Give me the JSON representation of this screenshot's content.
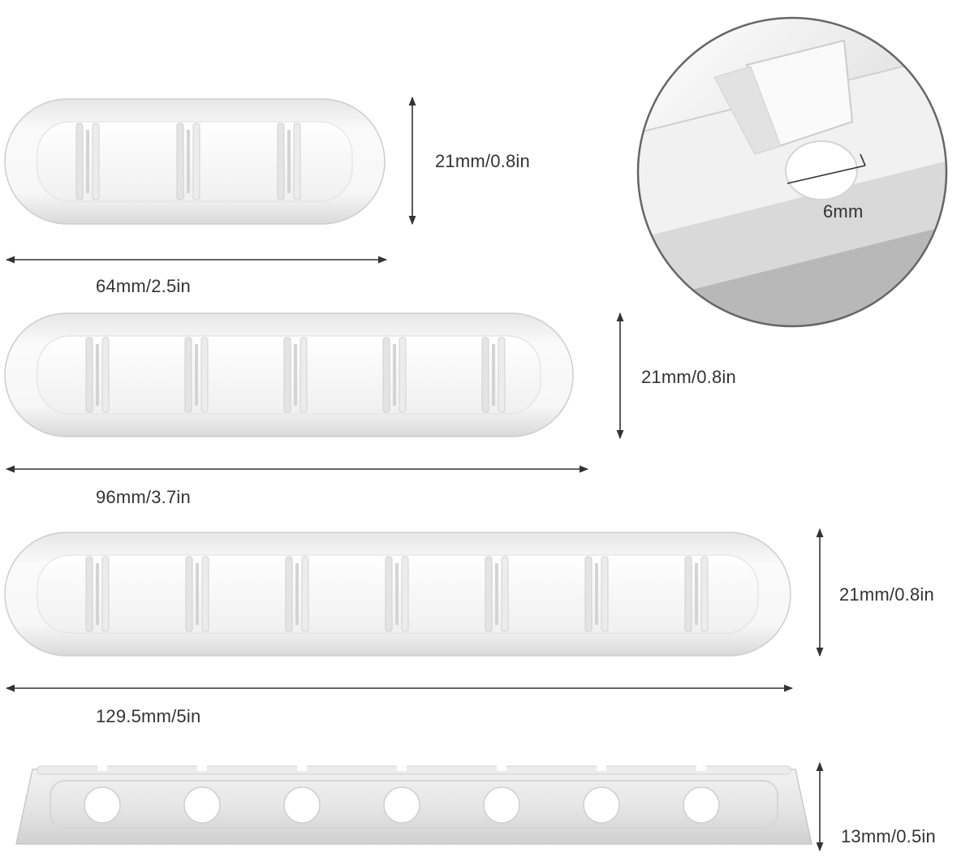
{
  "colors": {
    "background": "#ffffff",
    "clip_body": "#f4f4f4",
    "clip_shadow": "#d8d8d8",
    "arrow": "#333333",
    "label_text": "#333333",
    "zoom_ring": "#666666"
  },
  "clips": [
    {
      "slots": 3,
      "width_label": "64mm/2.5in",
      "height_label": "21mm/0.8in"
    },
    {
      "slots": 5,
      "width_label": "96mm/3.7in",
      "height_label": "21mm/0.8in"
    },
    {
      "slots": 7,
      "width_label": "129.5mm/5in",
      "height_label": "21mm/0.8in"
    }
  ],
  "side_view": {
    "holes": 7,
    "height_label": "13mm/0.5in"
  },
  "detail_zoom": {
    "slot_label": "6mm"
  }
}
